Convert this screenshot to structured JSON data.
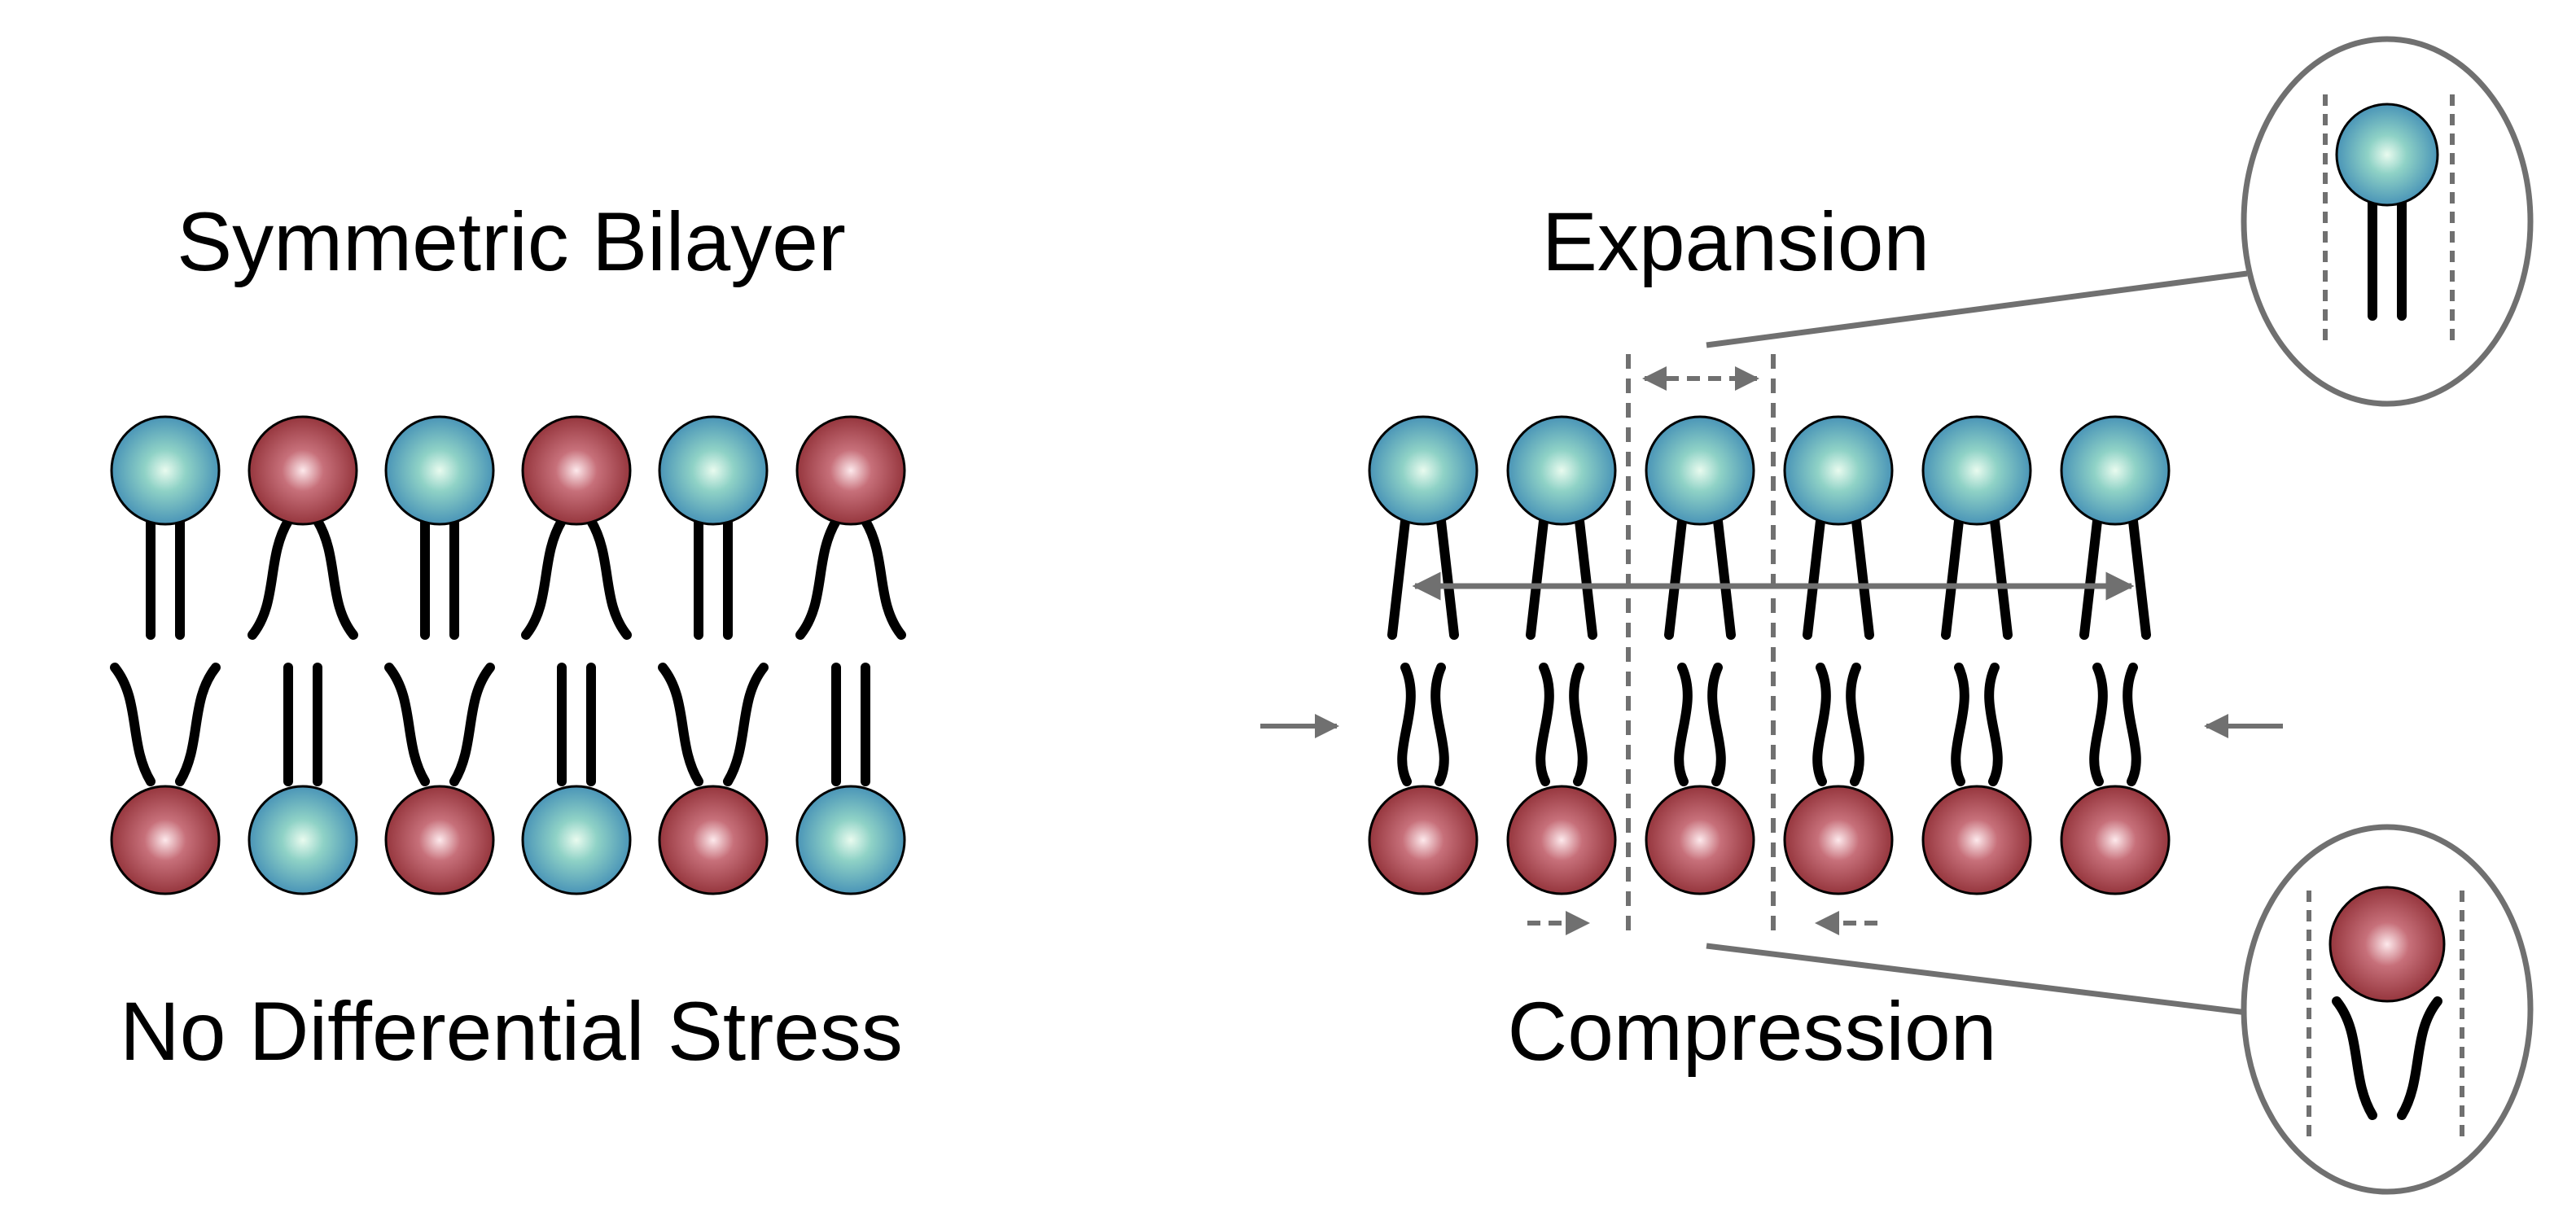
{
  "left_panel": {
    "title": "Symmetric Bilayer",
    "caption": "No Differential Stress"
  },
  "right_panel": {
    "top_label": "Expansion",
    "bottom_label": "Compression"
  },
  "colors": {
    "blue_head": "#5aa6c4",
    "red_head": "#a33f45",
    "tail": "#000000",
    "annotation": "#707070"
  },
  "left_top_leaflet": [
    "blue",
    "red",
    "blue",
    "red",
    "blue",
    "red"
  ],
  "left_bottom_leaflet": [
    "red",
    "blue",
    "red",
    "blue",
    "red",
    "blue"
  ],
  "right_top_leaflet": [
    "blue",
    "blue",
    "blue",
    "blue",
    "blue",
    "blue"
  ],
  "right_bottom_leaflet": [
    "red",
    "red",
    "red",
    "red",
    "red",
    "red"
  ],
  "insets": [
    "blue",
    "red"
  ]
}
